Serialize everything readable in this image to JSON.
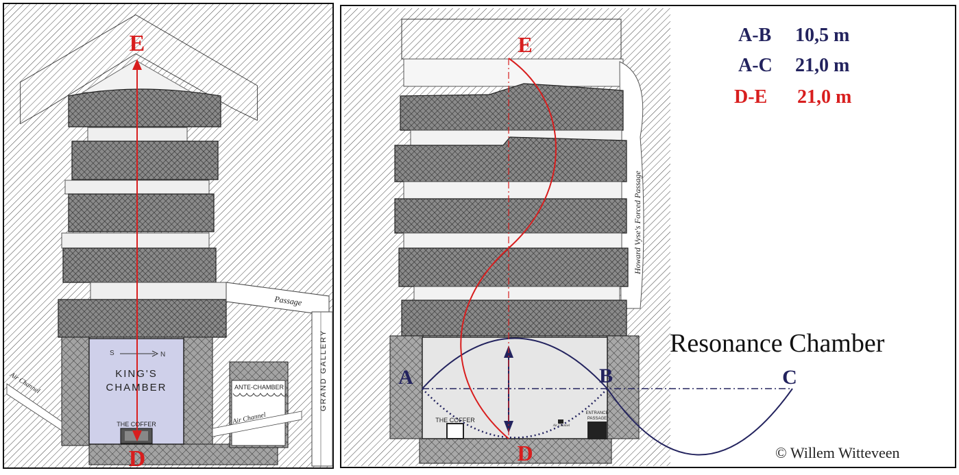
{
  "left_panel": {
    "point_top": "E",
    "point_bottom": "D",
    "chamber_label_line1": "KING'S",
    "chamber_label_line2": "CHAMBER",
    "compass_s": "S",
    "compass_n": "N",
    "coffer_label": "THE COFFER",
    "ante_chamber_label": "ANTE-CHAMBER",
    "passage_label": "Passage",
    "gallery_label": "GRAND GALLERY",
    "air_channel_left": "Air Channel",
    "air_channel_right": "Air Channel"
  },
  "right_panel": {
    "point_a": "A",
    "point_b": "B",
    "point_c": "C",
    "point_d": "D",
    "point_e": "E",
    "coffer_label": "THE COFFER",
    "forced_passage_label": "Howard Vyse's Forced Passage",
    "entrance_label_1": "ENTRANCE",
    "entrance_label_2": "PASSAGE",
    "air_channel_label": "Air Channel",
    "resonance_title": "Resonance Chamber",
    "copyright": "© Willem Witteveen"
  },
  "measurements": [
    {
      "label": "A-B",
      "value": "10,5 m",
      "color": "#23235e"
    },
    {
      "label": "A-C",
      "value": "21,0 m",
      "color": "#23235e"
    },
    {
      "label": "D-E",
      "value": "21,0 m",
      "color": "#d81e1e"
    }
  ],
  "colors": {
    "red": "#d81e1e",
    "navy": "#23235e",
    "chamber_fill_left": "#cfd0ea",
    "chamber_fill_right": "#e6e6e6"
  }
}
